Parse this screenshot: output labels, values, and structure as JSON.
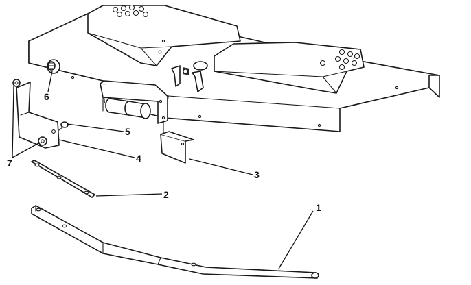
{
  "callouts": {
    "c1": "1",
    "c2": "2",
    "c3": "3",
    "c4": "4",
    "c5": "5",
    "c6": "6",
    "c7": "7"
  },
  "colors": {
    "ink": "#1a1a1a",
    "paper": "#ffffff"
  }
}
